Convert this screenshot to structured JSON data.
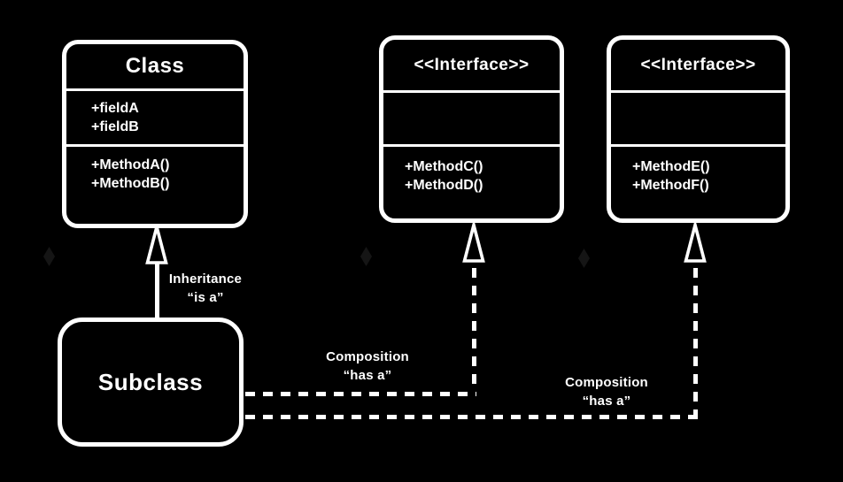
{
  "diagram": {
    "type": "uml-class-diagram",
    "background_color": "#000000",
    "line_color": "#ffffff"
  },
  "class_box": {
    "title": "Class",
    "fields": [
      "+fieldA",
      "+fieldB"
    ],
    "methods": [
      "+MethodA()",
      "+MethodB()"
    ]
  },
  "interface_box_1": {
    "title": "<<Interface>>",
    "fields": [],
    "methods": [
      "+MethodC()",
      "+MethodD()"
    ]
  },
  "interface_box_2": {
    "title": "<<Interface>>",
    "fields": [],
    "methods": [
      "+MethodE()",
      "+MethodF()"
    ]
  },
  "subclass_box": {
    "title": "Subclass"
  },
  "relationships": {
    "inheritance": {
      "label": "Inheritance",
      "sublabel": "“is a”",
      "line_style": "solid",
      "arrowhead": "hollow-triangle"
    },
    "composition_1": {
      "label": "Composition",
      "sublabel": "“has a”",
      "line_style": "dashed",
      "arrowhead": "hollow-triangle"
    },
    "composition_2": {
      "label": "Composition",
      "sublabel": "“has a”",
      "line_style": "dashed",
      "arrowhead": "hollow-triangle"
    }
  }
}
